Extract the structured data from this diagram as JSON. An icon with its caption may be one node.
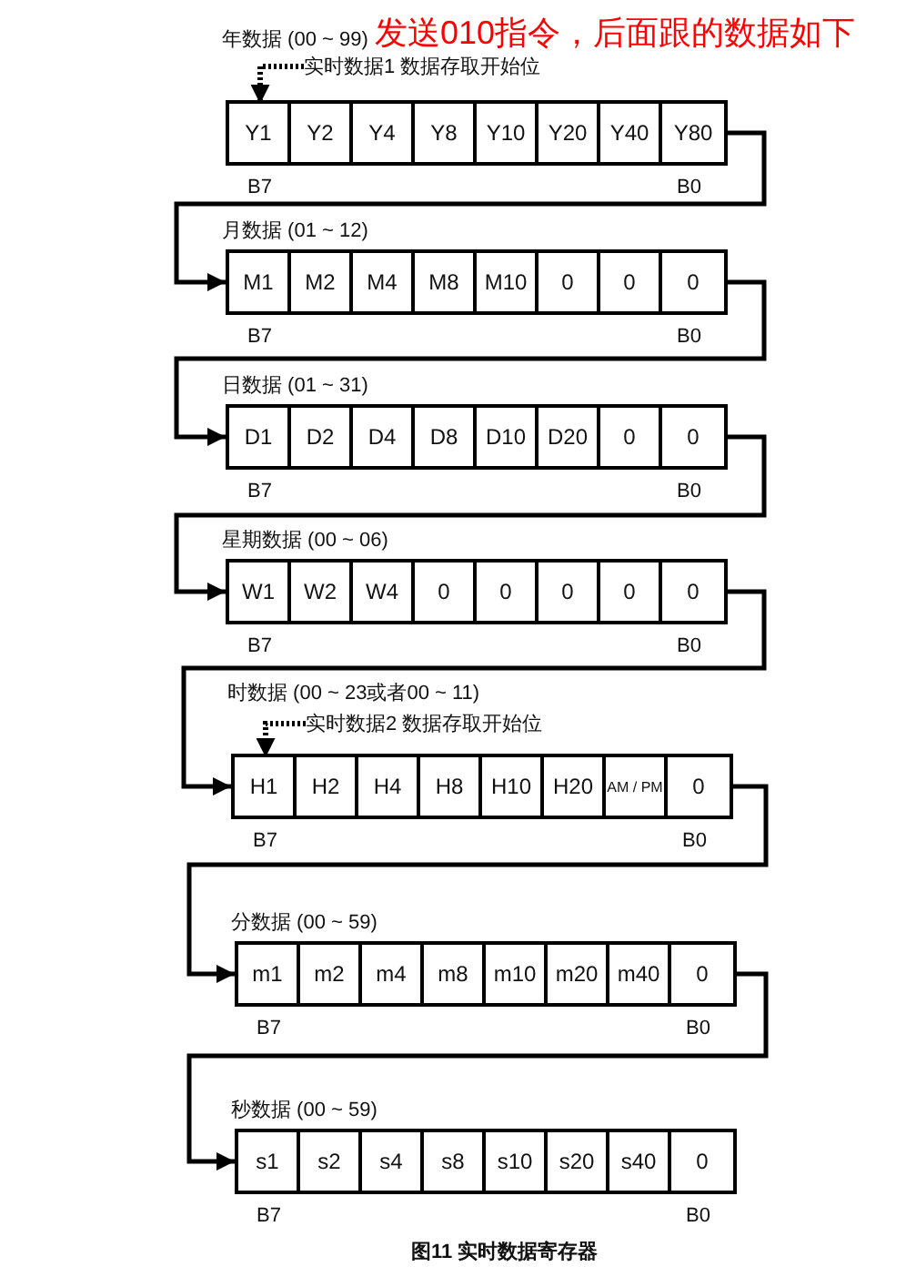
{
  "diagram": {
    "caption": "图11 实时数据寄存器",
    "nodes": [
      {
        "text": [
          "实时数据1 数据存取开始位"
        ]
      },
      {
        "text": [
          "年数据 (00 ~ 99)"
        ],
        "beside": [
          "B7",
          "B0"
        ]
      },
      {
        "text": [
          "Y1"
        ],
        "in": 1
      },
      {
        "text": [
          "Y2"
        ],
        "in": 1
      },
      {
        "text": [
          "Y4"
        ],
        "in": 1
      },
      {
        "text": [
          "Y8"
        ],
        "in": 1
      },
      {
        "text": [
          "Y10"
        ],
        "in": 1
      },
      {
        "text": [
          "Y20"
        ],
        "in": 1
      },
      {
        "text": [
          "Y40"
        ],
        "in": 1
      },
      {
        "text": [
          "Y80"
        ],
        "in": 1
      },
      {
        "text": [
          "月数据 (01 ~ 12)"
        ],
        "beside": [
          "B7",
          "B0"
        ]
      },
      {
        "text": [
          "M1"
        ],
        "in": 10
      },
      {
        "text": [
          "M2"
        ],
        "in": 10
      },
      {
        "text": [
          "M4"
        ],
        "in": 10
      },
      {
        "text": [
          "M8"
        ],
        "in": 10
      },
      {
        "text": [
          "M10"
        ],
        "in": 10
      },
      {
        "text": [
          "0"
        ],
        "in": 10
      },
      {
        "text": [
          "0"
        ],
        "in": 10
      },
      {
        "text": [
          "0"
        ],
        "in": 10
      },
      {
        "text": [
          "日数据 (01 ~ 31)"
        ],
        "beside": [
          "B7",
          "B0"
        ]
      },
      {
        "text": [
          "D1"
        ],
        "in": 19
      },
      {
        "text": [
          "D2"
        ],
        "in": 19
      },
      {
        "text": [
          "D4"
        ],
        "in": 19
      },
      {
        "text": [
          "D8"
        ],
        "in": 19
      },
      {
        "text": [
          "D10"
        ],
        "in": 19
      },
      {
        "text": [
          "D20"
        ],
        "in": 19
      },
      {
        "text": [
          "0"
        ],
        "in": 19
      },
      {
        "text": [
          "0"
        ],
        "in": 19
      },
      {
        "text": [
          "星期数据 (00 ~ 06)"
        ],
        "beside": [
          "B7",
          "B0"
        ]
      },
      {
        "text": [
          "W1"
        ],
        "in": 28
      },
      {
        "text": [
          "W2"
        ],
        "in": 28
      },
      {
        "text": [
          "W4"
        ],
        "in": 28
      },
      {
        "text": [
          "0"
        ],
        "in": 28
      },
      {
        "text": [
          "0"
        ],
        "in": 28
      },
      {
        "text": [
          "0"
        ],
        "in": 28
      },
      {
        "text": [
          "0"
        ],
        "in": 28
      },
      {
        "text": [
          "0"
        ],
        "in": 28
      },
      {
        "text": [
          "实时数据2 数据存取开始位"
        ]
      },
      {
        "text": [
          "时数据 (00 ~ 23或者00 ~ 11)"
        ],
        "beside": [
          "B7",
          "B0"
        ]
      },
      {
        "text": [
          "H1"
        ],
        "in": 38
      },
      {
        "text": [
          "H2"
        ],
        "in": 38
      },
      {
        "text": [
          "H4"
        ],
        "in": 38
      },
      {
        "text": [
          "H8"
        ],
        "in": 38
      },
      {
        "text": [
          "H10"
        ],
        "in": 38
      },
      {
        "text": [
          "H20"
        ],
        "in": 38
      },
      {
        "text": [
          "AM / PM"
        ],
        "in": 38
      },
      {
        "text": [
          "0"
        ],
        "in": 38
      },
      {
        "text": [
          "分数据 (00 ~ 59)"
        ],
        "beside": [
          "B7",
          "B0"
        ]
      },
      {
        "text": [
          "m1"
        ],
        "in": 47
      },
      {
        "text": [
          "m2"
        ],
        "in": 47
      },
      {
        "text": [
          "m4"
        ],
        "in": 47
      },
      {
        "text": [
          "m8"
        ],
        "in": 47
      },
      {
        "text": [
          "m10"
        ],
        "in": 47
      },
      {
        "text": [
          "m20"
        ],
        "in": 47
      },
      {
        "text": [
          "m40"
        ],
        "in": 47
      },
      {
        "text": [
          "0"
        ],
        "in": 47
      },
      {
        "text": [
          "秒数据 (00 ~ 59)"
        ],
        "beside": [
          "B7",
          "B0"
        ]
      },
      {
        "text": [
          "s1"
        ],
        "in": 56
      },
      {
        "text": [
          "s2"
        ],
        "in": 56
      },
      {
        "text": [
          "s4"
        ],
        "in": 56
      },
      {
        "text": [
          "s8"
        ],
        "in": 56
      },
      {
        "text": [
          "s10"
        ],
        "in": 56
      },
      {
        "text": [
          "s20"
        ],
        "in": 56
      },
      {
        "text": [
          "s40"
        ],
        "in": 56
      },
      {
        "text": [
          "0"
        ],
        "in": 56
      }
    ],
    "edges": [
      {
        "from": 0,
        "to": 2,
        "arrow": "to",
        "style": "dashed"
      },
      {
        "from": 1,
        "to": 10,
        "arrow": "to"
      },
      {
        "from": 10,
        "to": 19,
        "arrow": "to"
      },
      {
        "from": 19,
        "to": 28,
        "arrow": "to"
      },
      {
        "from": 28,
        "to": 38,
        "arrow": "to"
      },
      {
        "from": 37,
        "to": 39,
        "arrow": "to",
        "style": "dashed"
      },
      {
        "from": 38,
        "to": 47,
        "arrow": "to"
      },
      {
        "from": 47,
        "to": 56,
        "arrow": "to"
      }
    ],
    "labels": [
      "发送010指令，后面跟的数据如下"
    ]
  }
}
